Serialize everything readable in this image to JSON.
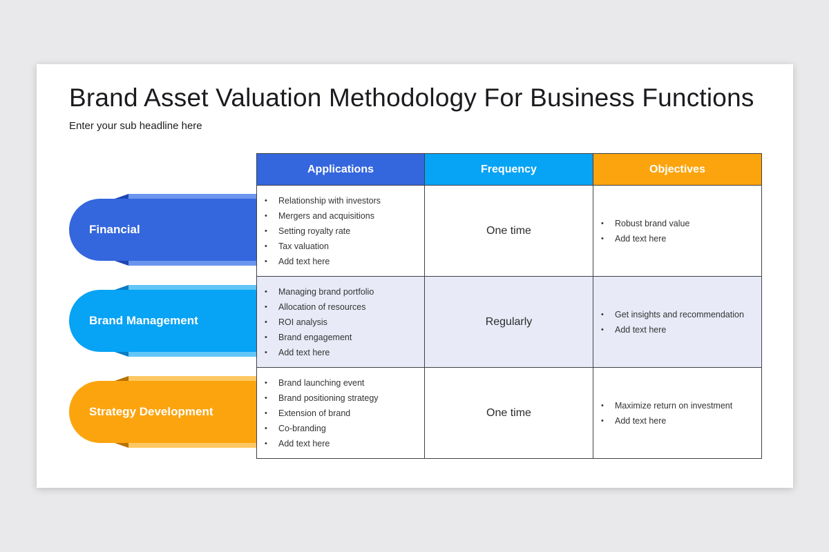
{
  "slide": {
    "title": "Brand Asset Valuation Methodology For Business Functions",
    "subtitle": "Enter your sub headline here"
  },
  "colors": {
    "blue": "#3466dd",
    "blue_light": "#6b95ee",
    "blue_dark": "#1e47b5",
    "sky": "#07a3f5",
    "sky_light": "#62c6f6",
    "sky_dark": "#0a7cc4",
    "orange": "#fca40e",
    "orange_light": "#fdc864",
    "orange_dark": "#b87100",
    "shaded_row": "#e8ebf7"
  },
  "table": {
    "headers": [
      "Applications",
      "Frequency",
      "Objectives"
    ],
    "rows": [
      {
        "label": "Financial",
        "applications": [
          "Relationship with investors",
          "Mergers and acquisitions",
          "Setting royalty rate",
          "Tax valuation",
          "Add text here"
        ],
        "frequency": "One time",
        "objectives": [
          "Robust brand value",
          "Add text here"
        ]
      },
      {
        "label": "Brand Management",
        "applications": [
          "Managing brand portfolio",
          "Allocation of resources",
          "ROI analysis",
          "Brand engagement",
          "Add text here"
        ],
        "frequency": "Regularly",
        "objectives": [
          "Get insights and recommendation",
          "Add text here"
        ]
      },
      {
        "label": "Strategy Development",
        "applications": [
          "Brand launching event",
          "Brand positioning strategy",
          "Extension of brand",
          "Co-branding",
          "Add text here"
        ],
        "frequency": "One time",
        "objectives": [
          "Maximize return on investment",
          "Add text here"
        ]
      }
    ]
  }
}
